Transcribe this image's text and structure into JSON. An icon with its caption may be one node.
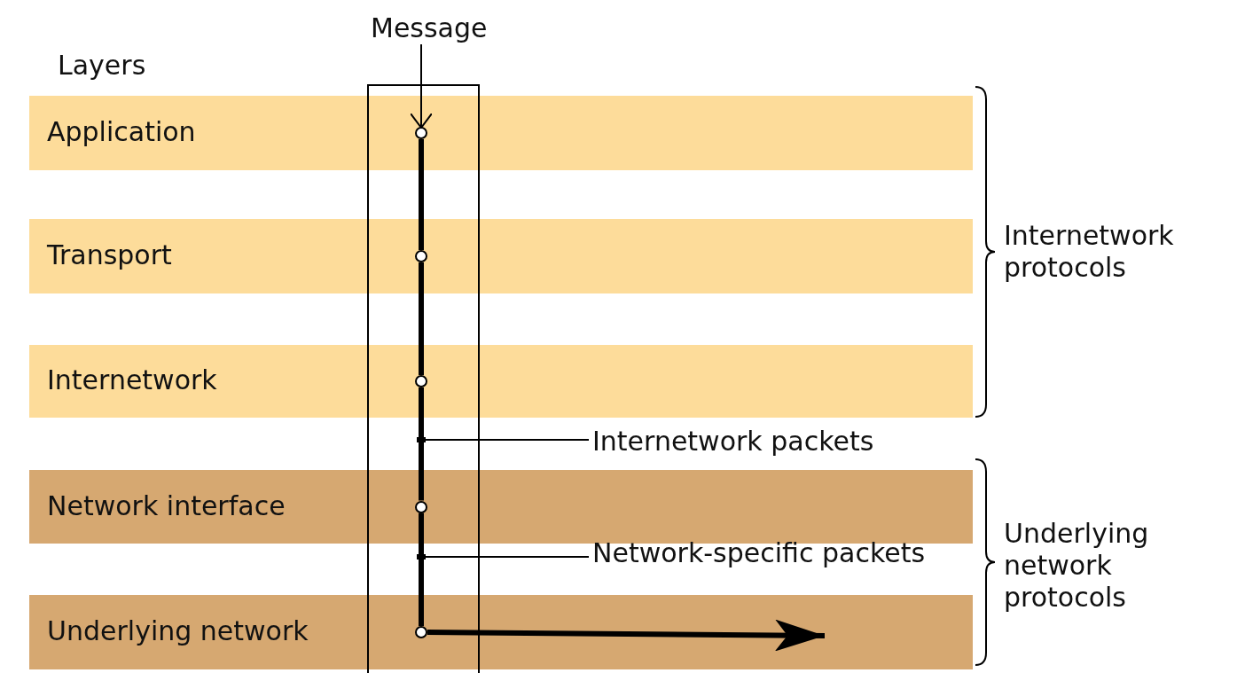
{
  "diagram": {
    "nodes": [
      {
        "text": [
          "Application"
        ]
      },
      {
        "text": [
          "Transport"
        ]
      },
      {
        "text": [
          "Internetwork"
        ]
      },
      {
        "text": [
          "Network interface"
        ]
      },
      {
        "text": [
          "Underlying network"
        ]
      },
      {
        "text": [
          "Message"
        ]
      },
      {
        "text": [],
        "shape": "circle",
        "in": 0
      },
      {
        "text": [],
        "shape": "circle",
        "in": 1
      },
      {
        "text": [],
        "shape": "circle",
        "in": 2
      },
      {
        "text": [],
        "shape": "bar"
      },
      {
        "text": [],
        "shape": "circle",
        "in": 3
      },
      {
        "text": [],
        "shape": "bar"
      },
      {
        "text": [],
        "shape": "circle",
        "in": 4
      },
      {
        "text": [
          "Internetwork packets"
        ]
      },
      {
        "text": [
          "Network-specific packets"
        ]
      }
    ],
    "edges": [
      {
        "from": 5,
        "to": 6,
        "arrow": "to"
      },
      {
        "from": 6,
        "to": 7,
        "arrow": "none"
      },
      {
        "from": 7,
        "to": 8,
        "arrow": "none"
      },
      {
        "from": 8,
        "to": 9,
        "arrow": "none"
      },
      {
        "from": 9,
        "to": 10,
        "arrow": "none"
      },
      {
        "from": 10,
        "to": 11,
        "arrow": "none"
      },
      {
        "from": 11,
        "to": 12,
        "arrow": "none"
      },
      {
        "from": 12,
        "to": null,
        "arrow": "to"
      },
      {
        "from": 13,
        "to": 9,
        "arrow": "none"
      },
      {
        "from": 14,
        "to": 11,
        "arrow": "none"
      }
    ],
    "labels": [
      "Layers",
      "Internetwork protocols",
      "Underlying network protocols"
    ]
  }
}
